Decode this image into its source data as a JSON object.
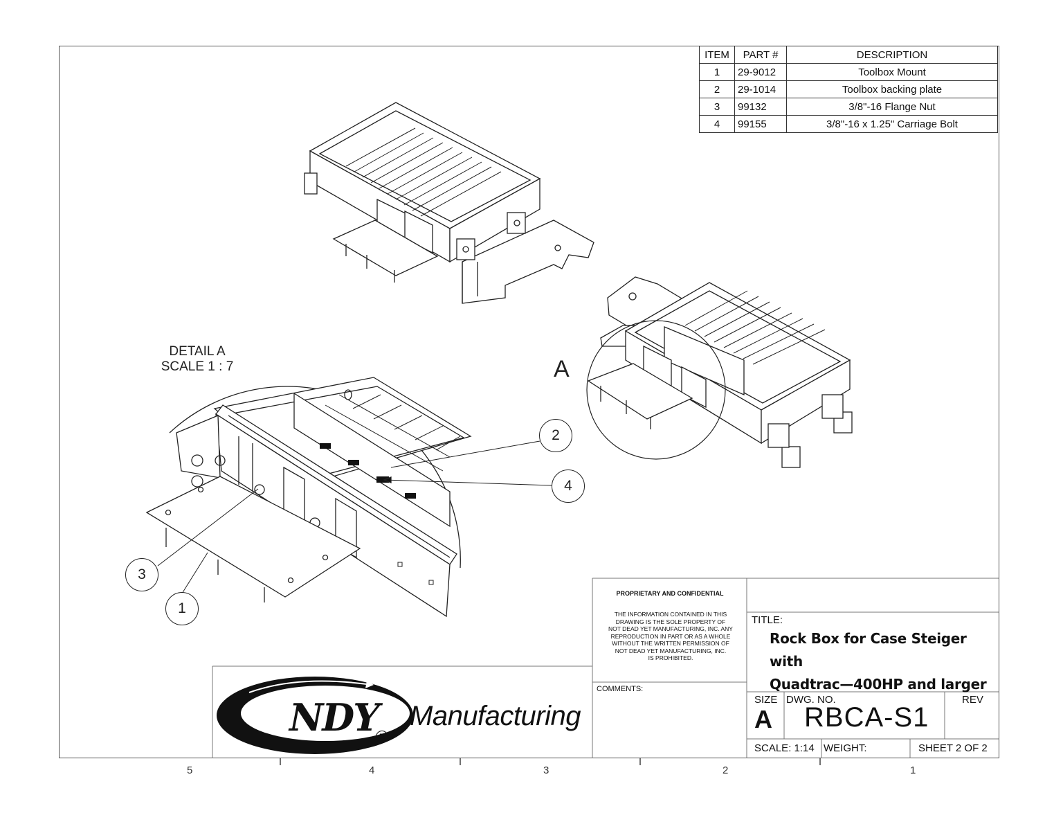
{
  "bom": {
    "headers": {
      "item": "ITEM",
      "part": "PART #",
      "description": "DESCRIPTION"
    },
    "rows": [
      {
        "item": "1",
        "part": "29-9012",
        "description": "Toolbox Mount"
      },
      {
        "item": "2",
        "part": "29-1014",
        "description": "Toolbox backing plate"
      },
      {
        "item": "3",
        "part": "99132",
        "description": "3/8\"-16 Flange Nut"
      },
      {
        "item": "4",
        "part": "99155",
        "description": "3/8\"-16 x 1.25\" Carriage Bolt"
      }
    ]
  },
  "detail": {
    "line1": "DETAIL A",
    "line2": "SCALE 1 : 7"
  },
  "view_letter": "A",
  "balloons": {
    "b1": "1",
    "b2": "2",
    "b3": "3",
    "b4": "4"
  },
  "zones": {
    "z5": "5",
    "z4": "4",
    "z3": "3",
    "z2": "2",
    "z1": "1"
  },
  "title_block": {
    "proprietary_title": "PROPRIETARY AND CONFIDENTIAL",
    "proprietary_lines": [
      "THE INFORMATION CONTAINED IN THIS",
      "DRAWING IS THE SOLE PROPERTY OF",
      "NOT DEAD YET MANUFACTURING, INC. ANY",
      "REPRODUCTION IN PART OR AS A WHOLE",
      "WITHOUT THE WRITTEN PERMISSION OF",
      "NOT DEAD YET MANUFACTURING, INC.",
      "IS PROHIBITED."
    ],
    "comments_label": "COMMENTS:",
    "title_label": "TITLE:",
    "title_line1": "Rock Box for Case Steiger with",
    "title_line2": "Quadtrac—400HP and larger",
    "size_label": "SIZE",
    "size_value": "A",
    "dwg_label": "DWG.  NO.",
    "dwg_value": "RBCA-S1",
    "rev_label": "REV",
    "scale": "SCALE: 1:14",
    "weight": "WEIGHT:",
    "sheet": "SHEET 2 OF 2"
  },
  "logo": {
    "mark": "NDY",
    "registered": "R",
    "text": "Manufacturing"
  }
}
